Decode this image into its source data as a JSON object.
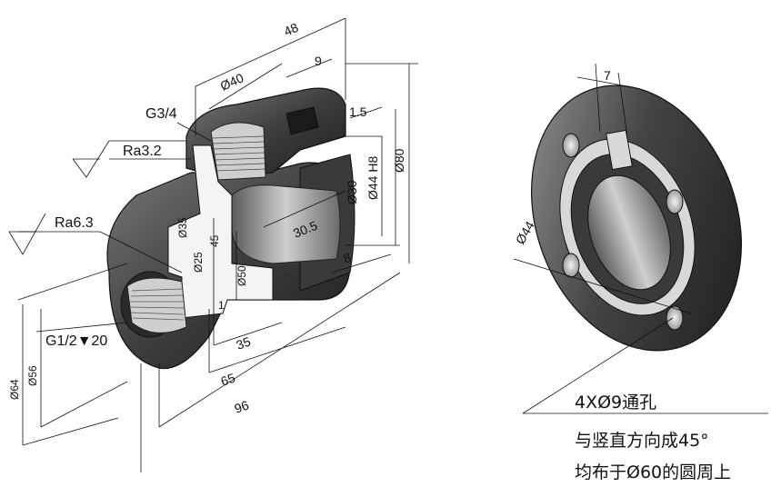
{
  "left_part": {
    "dims": {
      "d48": "48",
      "d9": "9",
      "dia40": "Ø40",
      "d1_5": "1.5",
      "dia30": "Ø30",
      "dia44h8": "Ø44 H8",
      "dia80": "Ø80",
      "d30_5": "30.5",
      "d8": "8",
      "dia35": "Ø35",
      "dia25": "Ø25",
      "d45": "45",
      "dia50": "Ø50",
      "d1": "1",
      "d35": "35",
      "d65": "65",
      "d96": "96",
      "dia64": "Ø64",
      "dia56": "Ø56"
    },
    "thread_top": "G3/4",
    "thread_side": "G1/2▼20",
    "roughness_top": "Ra3.2",
    "roughness_side": "Ra6.3"
  },
  "right_part": {
    "dims": {
      "d7": "7",
      "dia44": "Ø44"
    },
    "note_holes": "4XØ9通孔",
    "note_angle": "与竖直方向成45°",
    "note_circle": "均布于Ø60的圆周上"
  }
}
